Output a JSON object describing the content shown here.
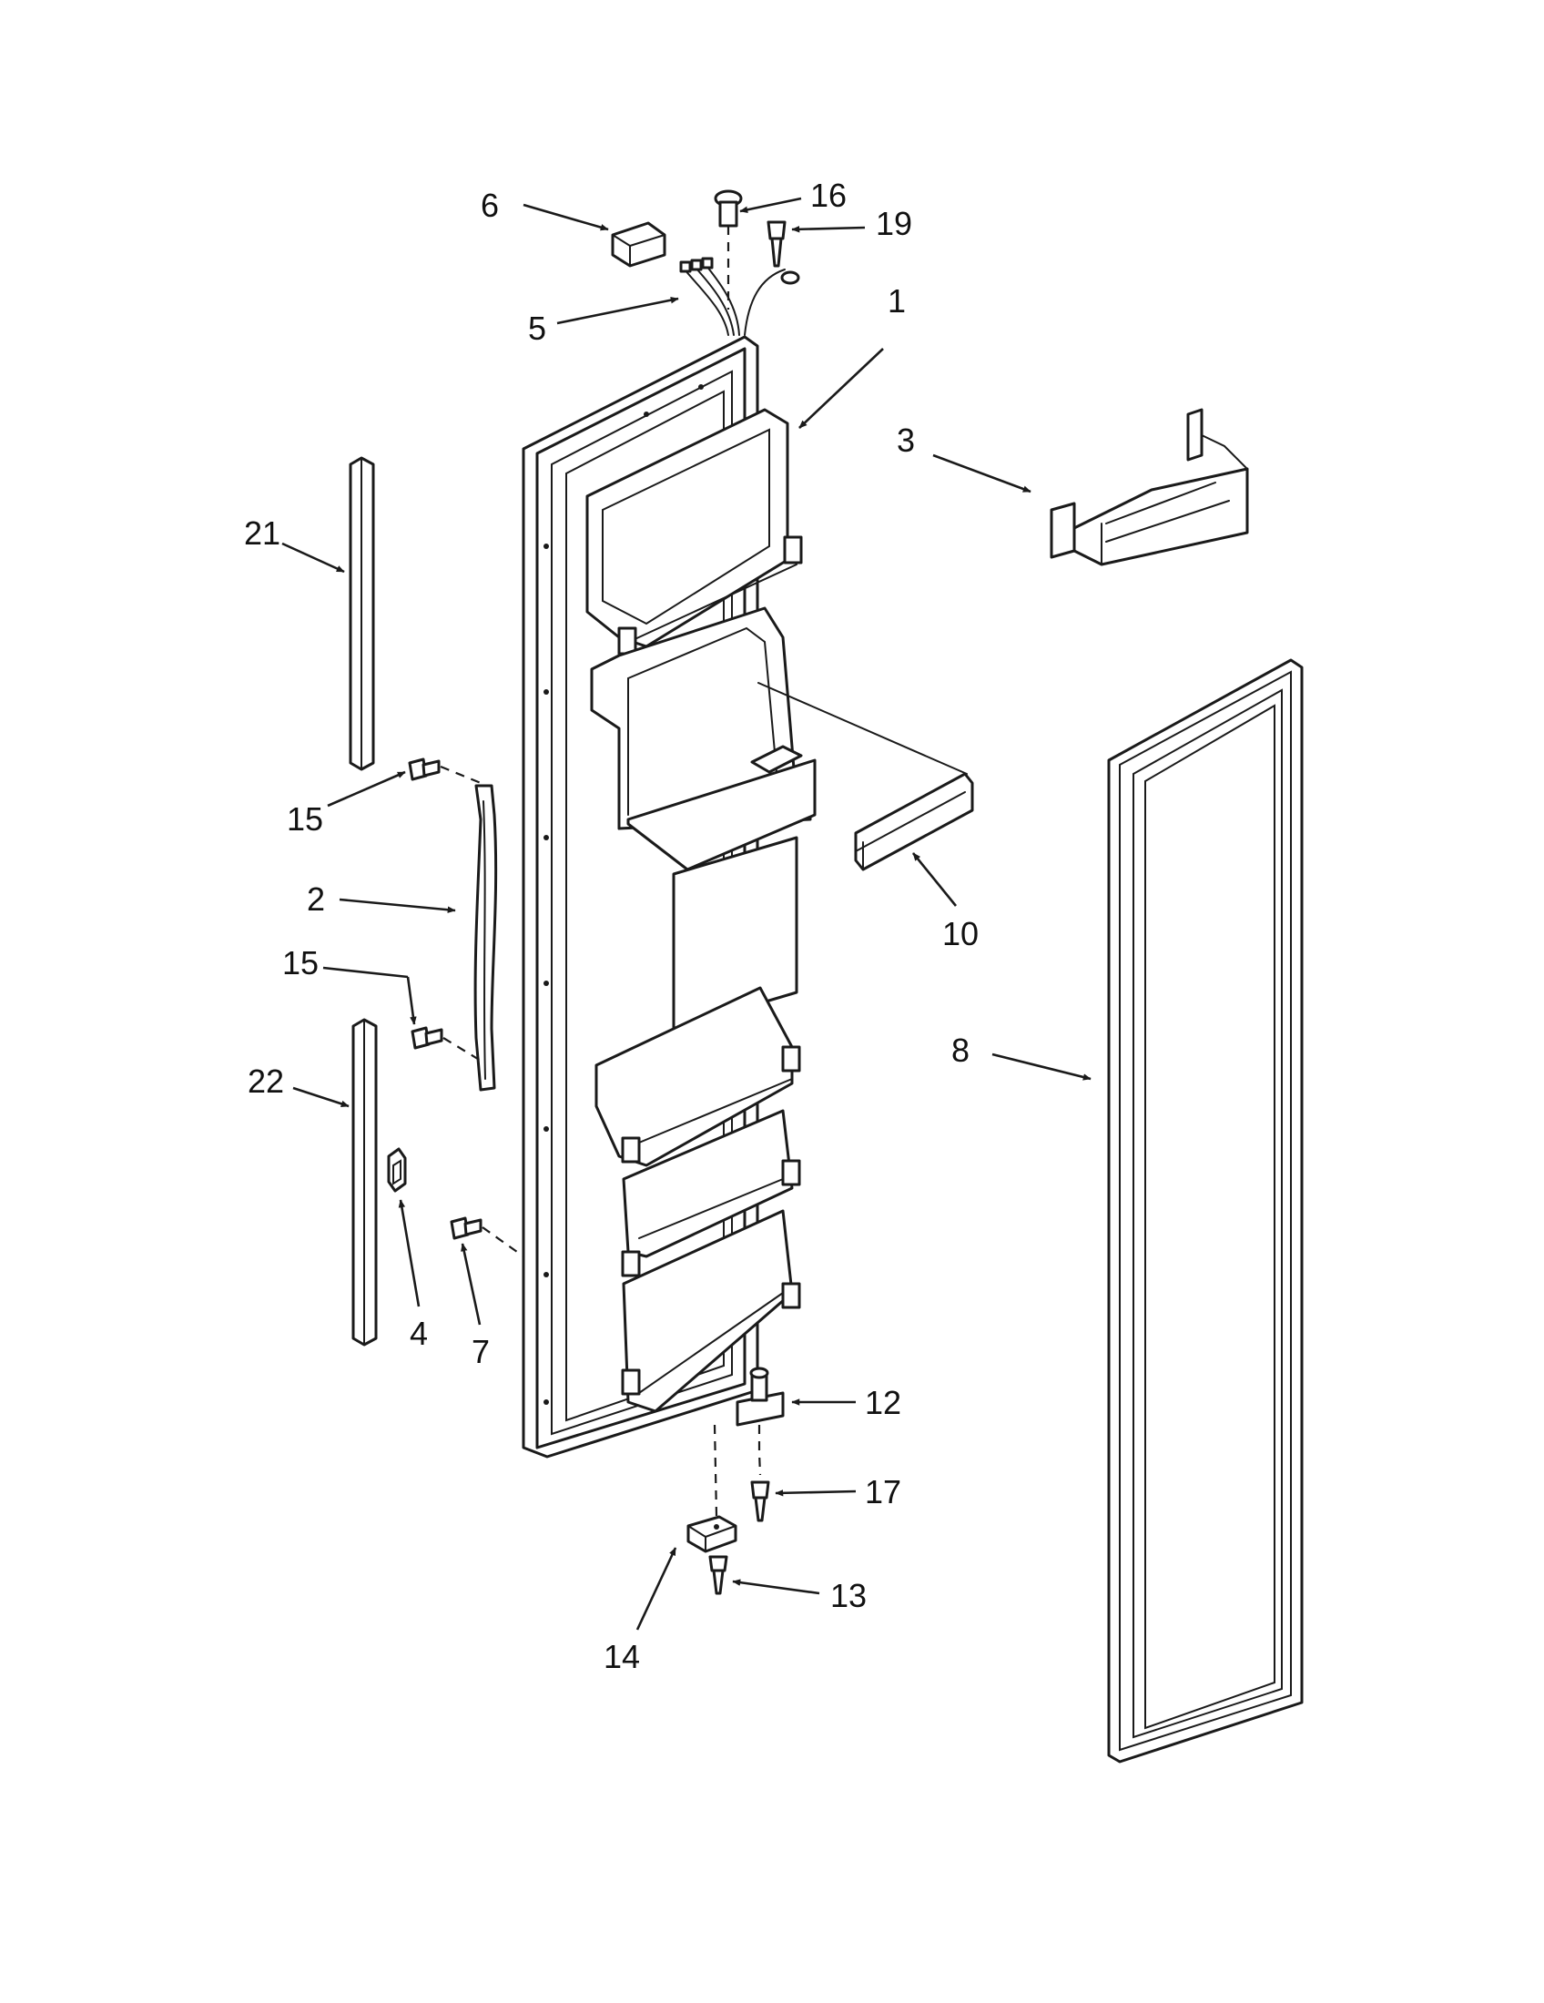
{
  "diagram": {
    "type": "exploded-parts-diagram",
    "callouts": [
      "1",
      "2",
      "3",
      "4",
      "5",
      "6",
      "7",
      "8",
      "10",
      "12",
      "13",
      "14",
      "15",
      "15",
      "16",
      "17",
      "19",
      "21",
      "22"
    ]
  }
}
